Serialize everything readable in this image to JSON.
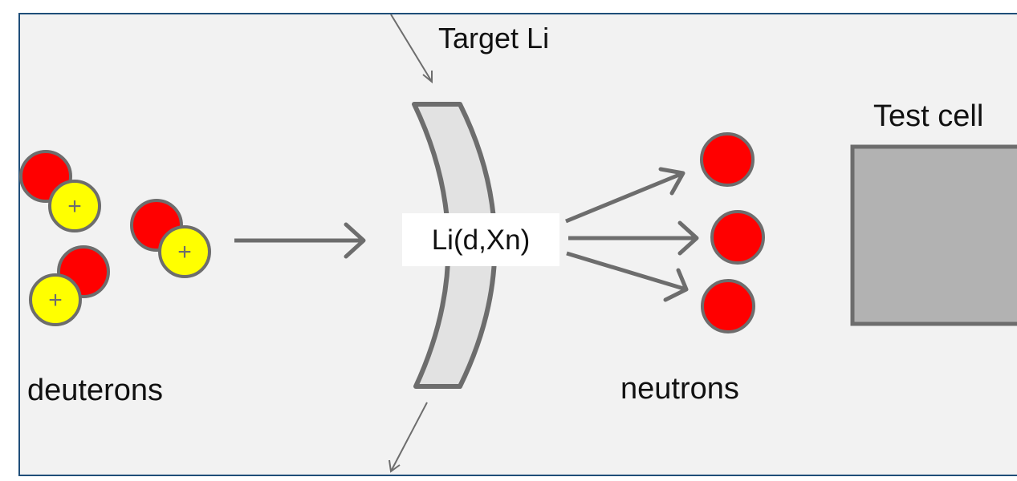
{
  "labels": {
    "target": "Target Li",
    "test_cell": "Test cell",
    "reaction": "Li(d,Xn)",
    "deuterons": "deuterons",
    "neutrons": "neutrons"
  },
  "proton_symbol": "+",
  "colors": {
    "background": "#f2f2f2",
    "frame": "#1f4e79",
    "outline": "#6d6d6d",
    "neutron": "#ff0000",
    "proton": "#ffff00",
    "target_fill": "#e2e2e2",
    "test_cell_fill": "#b2b2b2",
    "reaction_box": "#ffffff",
    "text": "#111111"
  }
}
